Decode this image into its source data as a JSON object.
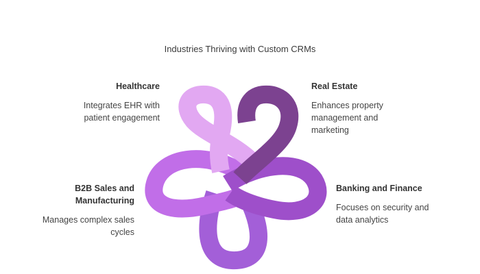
{
  "title": "Industries Thriving with Custom CRMs",
  "colors": {
    "healthcare": "#e2a8f2",
    "real_estate": "#7c4290",
    "banking": "#9e4fca",
    "b2b": "#c16ee8",
    "lower": "#a35fd8"
  },
  "items": [
    {
      "heading": "Healthcare",
      "description": "Integrates EHR with patient engagement"
    },
    {
      "heading": "Real Estate",
      "description": "Enhances property management and marketing"
    },
    {
      "heading": "B2B Sales and Manufacturing",
      "description": "Manages complex sales cycles"
    },
    {
      "heading": "Banking and Finance",
      "description": "Focuses on security and data analytics"
    }
  ]
}
